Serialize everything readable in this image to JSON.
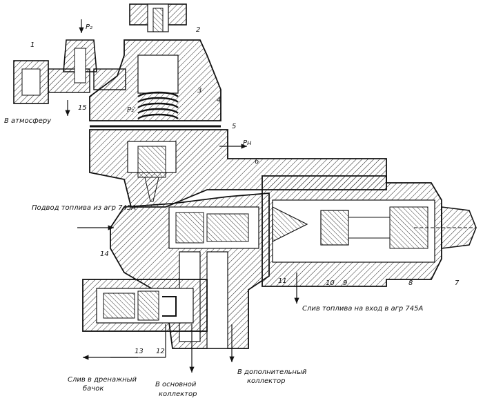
{
  "diagram": {
    "part_numbers": [
      "1",
      "2",
      "3",
      "4",
      "5",
      "6",
      "7",
      "8",
      "9",
      "10",
      "11",
      "12",
      "13",
      "14",
      "15"
    ],
    "pressure_labels": {
      "p2_top": "P₂",
      "p2_prime": "P₂'",
      "pn": "Pн"
    },
    "captions": {
      "atmosphere": "В атмосферу",
      "fuel_supply": "Подвод топлива из агр 745А",
      "fuel_drain": "Слив топлива на вход в агр 745А",
      "drain_tank_line1": "Слив в дренажный",
      "drain_tank_line2": "бачок",
      "main_collector_line1": "В основной",
      "main_collector_line2": "коллектор",
      "extra_collector_line1": "В дополнительный",
      "extra_collector_line2": "коллектор"
    }
  }
}
